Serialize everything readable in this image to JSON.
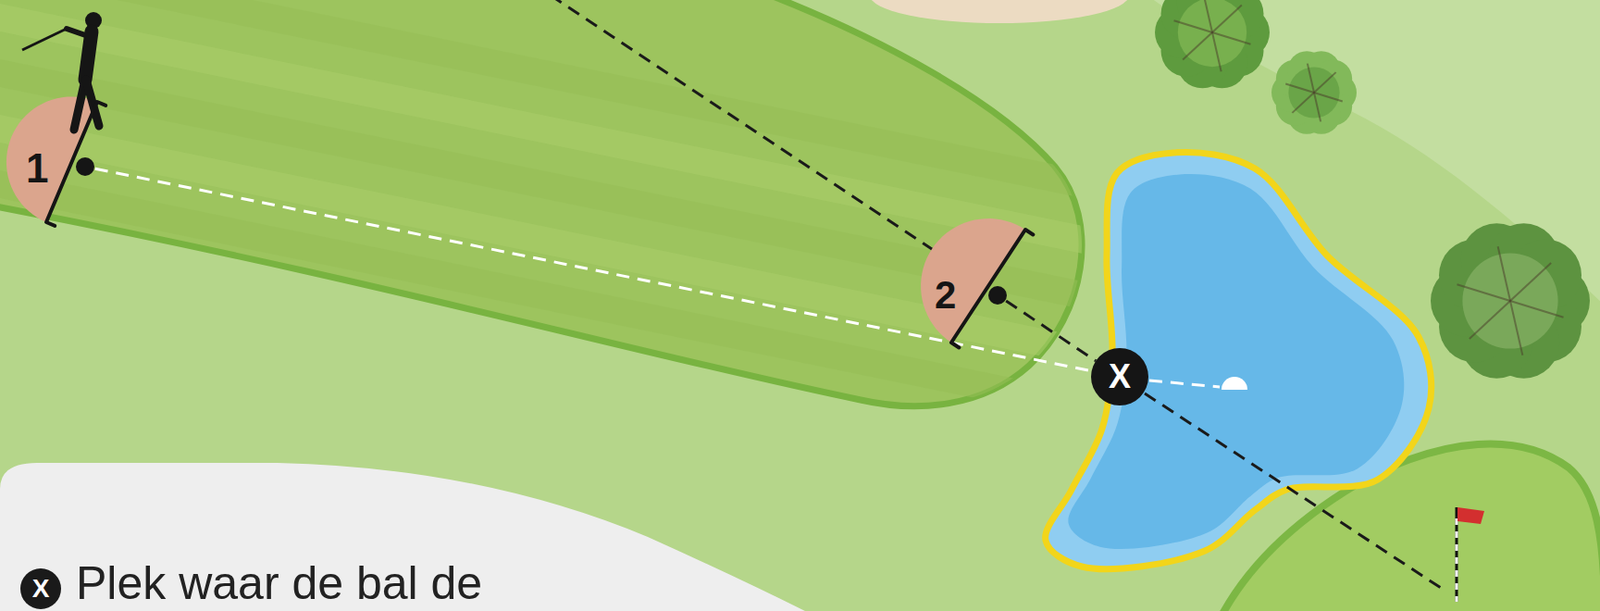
{
  "diagram": {
    "nodes": [
      {
        "text": [
          "1"
        ]
      },
      {
        "text": [
          "2"
        ]
      },
      {
        "text": [
          "X"
        ]
      }
    ],
    "edges": [
      {
        "from": 0,
        "to": 2,
        "arrow": "none"
      },
      {
        "from": 1,
        "to": 2,
        "arrow": "none"
      }
    ],
    "labels": [
      "X"
    ],
    "legend": [
      {
        "text": "Plek waar de bal de"
      }
    ]
  }
}
